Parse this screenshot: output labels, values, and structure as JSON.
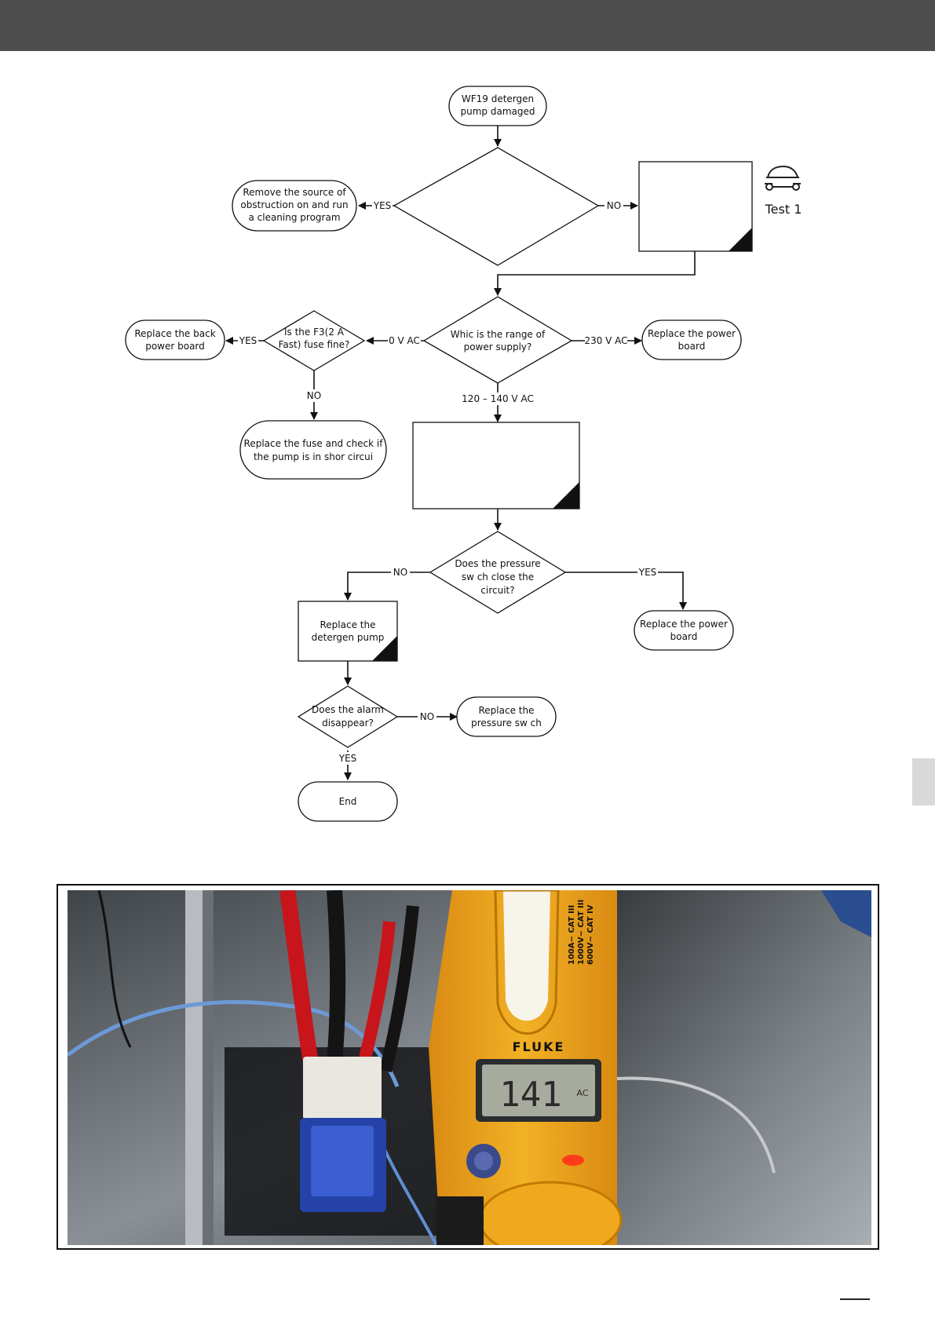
{
  "flowchart": {
    "start": "WF19 detergen pump damaged",
    "obstruction_decision": "",
    "remove_obstruction": [
      "Remove the source of",
      "obstruction on and run",
      "a cleaning program"
    ],
    "test_box": "",
    "test_label": "Test 1",
    "range_decision": [
      "Whic is the range of",
      "power supply?"
    ],
    "fuse_decision": [
      "Is the F3(2 A",
      "Fast) fuse fine?"
    ],
    "replace_back_board": [
      "Replace the back",
      "power board"
    ],
    "replace_power_board_1": [
      "Replace the power",
      "board"
    ],
    "replace_fuse": [
      "Replace the fuse and check if",
      "the pump is in shor   circui"
    ],
    "measure_box": "",
    "pressure_decision": [
      "Does the pressure",
      "sw   ch close the",
      "circuit?"
    ],
    "replace_detergent_pump": [
      "Replace the",
      "detergen   pump"
    ],
    "replace_power_board_2": [
      "Replace the power",
      "board"
    ],
    "alarm_decision": [
      "Does the alarm",
      "disappear?"
    ],
    "replace_pressure_switch": [
      "Replace the",
      "pressure sw   ch"
    ],
    "end": "End",
    "labels": {
      "yes": "YES",
      "no": "NO",
      "v0": "0 V AC",
      "v230": "230 V AC",
      "v120": "120 – 140 V AC"
    }
  },
  "photo": {
    "meter_brand": "FLUKE",
    "meter_reading": "141",
    "meter_unit": "AC",
    "meter_rating": [
      "100A~  CAT III",
      "1000V~ CAT III",
      "600V~  CAT IV"
    ]
  }
}
